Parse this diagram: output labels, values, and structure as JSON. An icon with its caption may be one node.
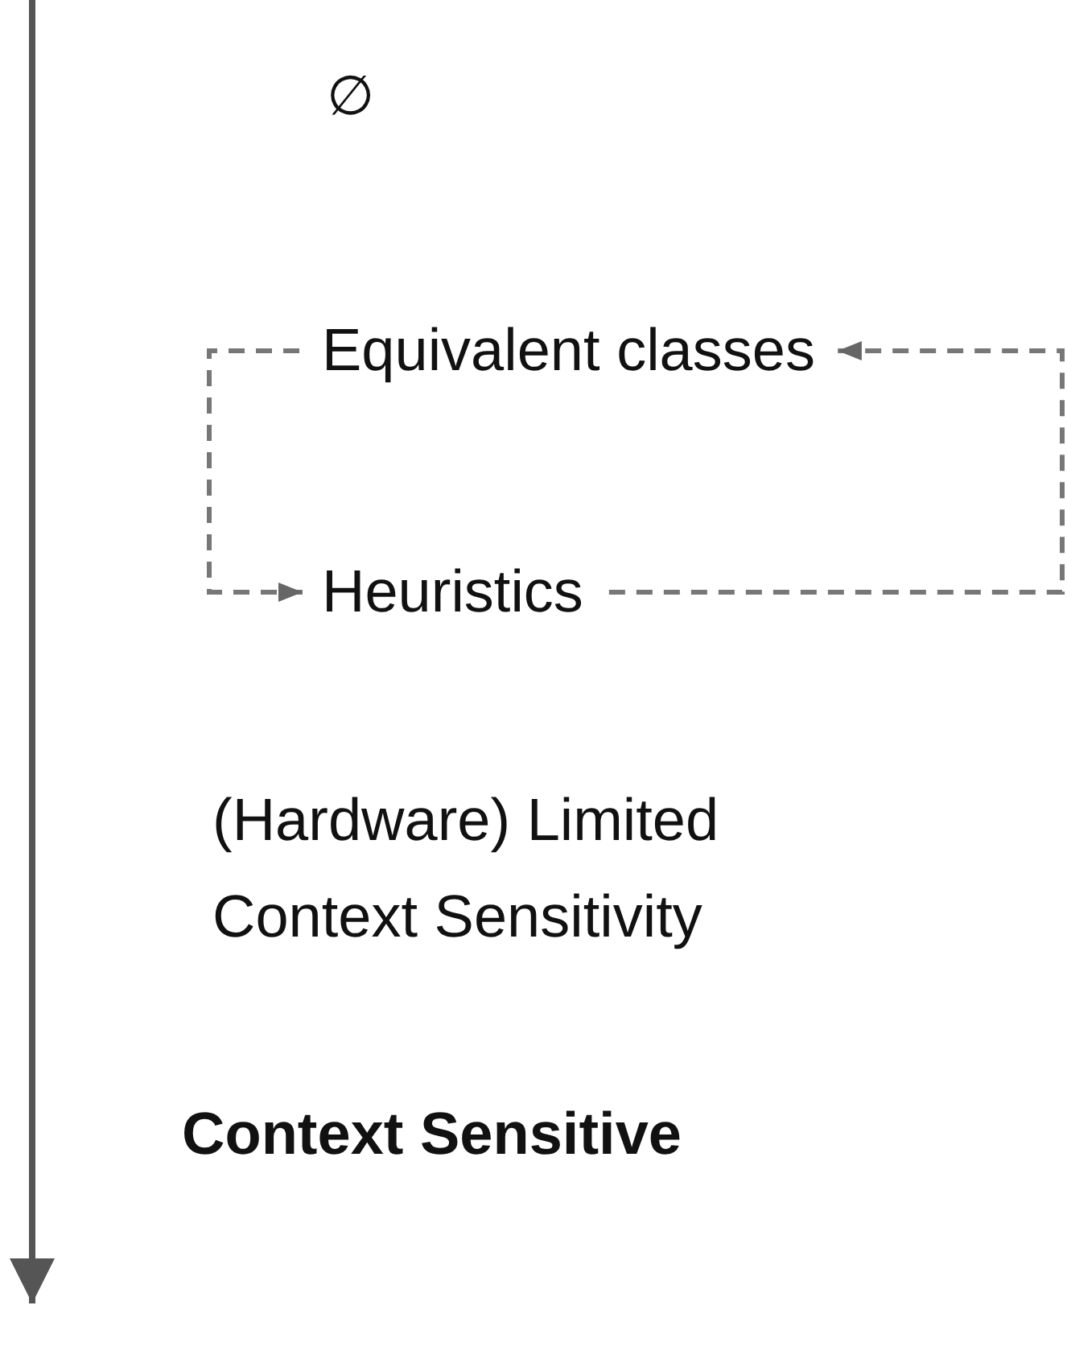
{
  "diagram": {
    "nodes": [
      {
        "text": [
          "Equivalent classes"
        ]
      },
      {
        "text": [
          "Heuristics"
        ]
      }
    ],
    "edges": [
      {
        "from": 0,
        "to": 1,
        "arrow": "to",
        "style": "dashed"
      },
      {
        "from": 1,
        "to": 0,
        "arrow": "to",
        "style": "dashed"
      }
    ],
    "labels": [
      "∅",
      "(Hardware) Limited Context Sensitivity",
      "Context Sensitive"
    ]
  }
}
